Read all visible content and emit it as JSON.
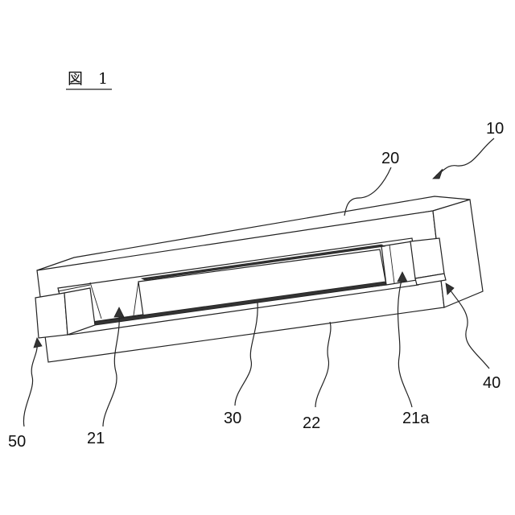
{
  "figure": {
    "title": "図　1",
    "labels": {
      "device": "10",
      "housing": "20",
      "recess": "21",
      "recess_end": "21a",
      "bottom": "22",
      "component": "30",
      "right_part": "40",
      "left_part": "50"
    }
  }
}
